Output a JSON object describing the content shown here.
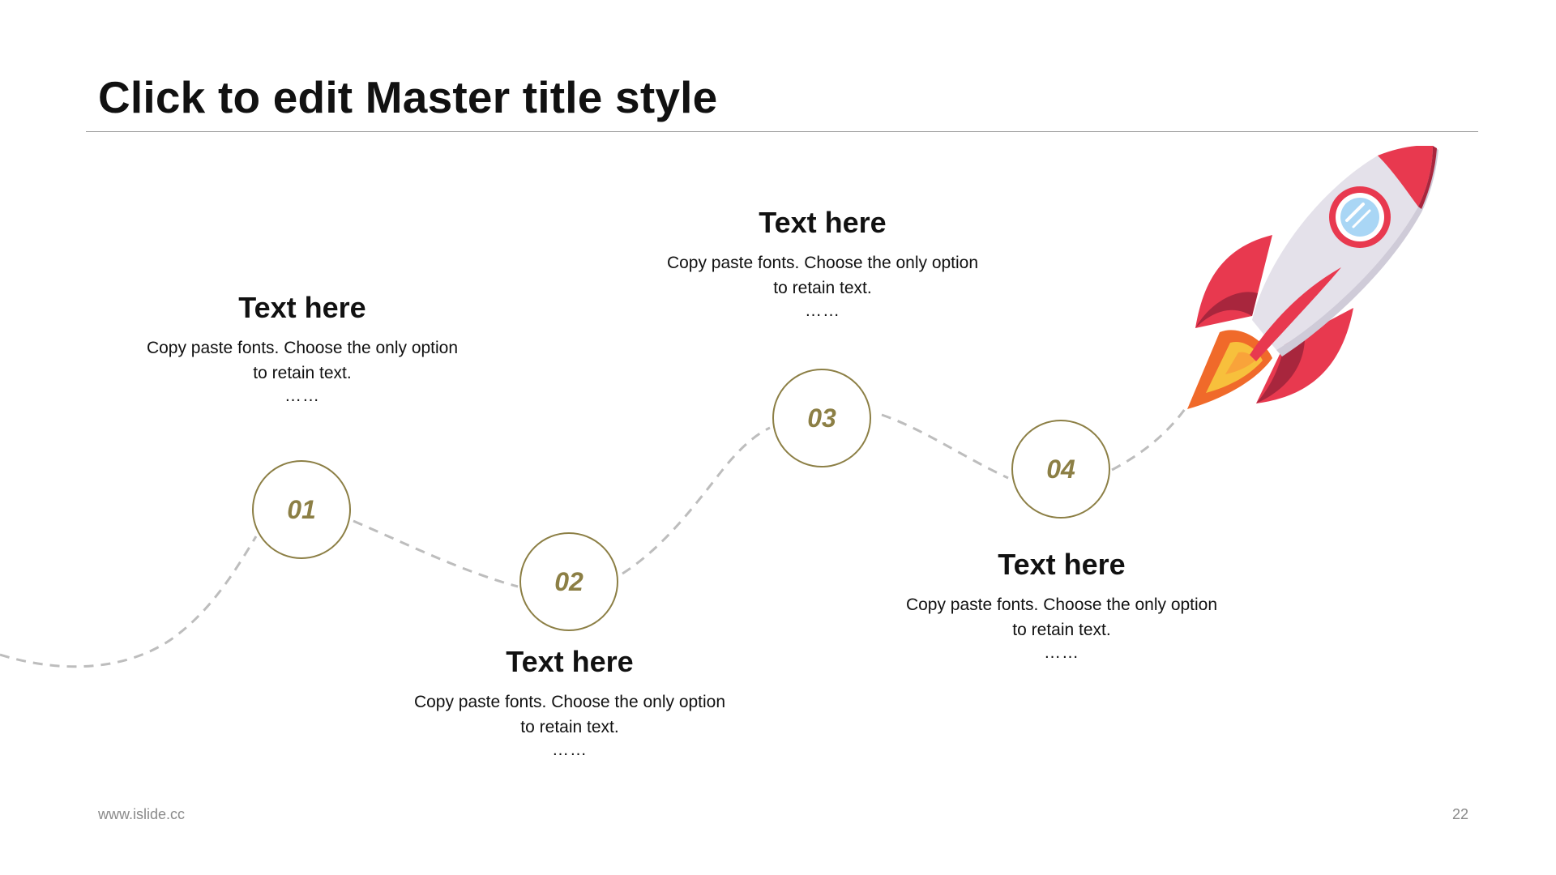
{
  "slide": {
    "title": "Click to edit Master title style",
    "footer_url": "www.islide.cc",
    "page_number": "22"
  },
  "steps": [
    {
      "number": "01",
      "heading": "Text here",
      "body_line1": "Copy paste fonts. Choose the only option",
      "body_line2": "to retain text.",
      "dots": "……"
    },
    {
      "number": "02",
      "heading": "Text here",
      "body_line1": "Copy paste fonts. Choose the only option",
      "body_line2": "to retain text.",
      "dots": "……"
    },
    {
      "number": "03",
      "heading": "Text here",
      "body_line1": "Copy paste fonts. Choose the only option",
      "body_line2": "to retain text.",
      "dots": "……"
    },
    {
      "number": "04",
      "heading": "Text here",
      "body_line1": "Copy paste fonts. Choose the only option",
      "body_line2": "to retain text.",
      "dots": "……"
    }
  ],
  "colors": {
    "accent_gold": "#8c7f45",
    "path_dash": "#bdbdbd",
    "rocket_red": "#e8394f",
    "rocket_body": "#e4e1ea",
    "flame_orange": "#f06a2a",
    "flame_yellow": "#f7c03c",
    "window_blue": "#a9d6f5"
  },
  "decorations": {
    "rocket_icon": "rocket-icon",
    "path_line": "dashed-wave-path"
  }
}
